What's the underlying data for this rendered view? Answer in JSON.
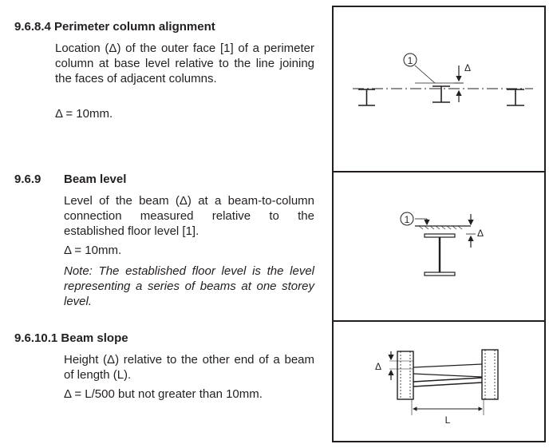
{
  "sections": [
    {
      "number": "9.6.8.4",
      "title": "Perimeter column alignment",
      "text": "Location (Δ) of the outer face [1] of a perimeter column at base level relative to the line joining the faces of adjacent columns.",
      "tolerance": "Δ = 10mm."
    },
    {
      "number": "9.6.9",
      "title": "Beam level",
      "text": "Level of the beam (Δ) at a beam-to-column connection measured relative to the established floor level [1].",
      "tolerance": "Δ = 10mm.",
      "note": "Note: The established floor level is the level representing a series of beams at one storey level."
    },
    {
      "number": "9.6.10.1",
      "title": "Beam slope",
      "text": "Height (Δ) relative to the other end of a beam of length (L).",
      "tolerance": "Δ = L/500 but not greater than 10mm."
    }
  ],
  "diagrams": {
    "d1": {
      "callout": "1",
      "delta": "Δ"
    },
    "d2": {
      "callout": "1",
      "delta": "Δ"
    },
    "d3": {
      "delta": "Δ",
      "length": "L"
    }
  }
}
